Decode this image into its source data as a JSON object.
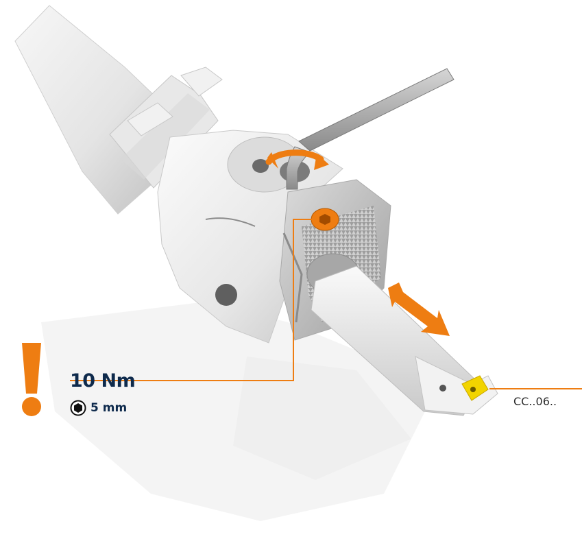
{
  "torque": {
    "value": "10 Nm",
    "key_size": "5 mm",
    "key_icon": "hex-key-icon",
    "warning_icon": "exclamation-icon"
  },
  "insert": {
    "code": "CC..06.."
  },
  "colors": {
    "accent": "#EE7D12",
    "text_dark": "#0E2A4C",
    "body_light": "#ededed",
    "body_shadow": "#bdbdbd",
    "insert": "#F2D400"
  }
}
